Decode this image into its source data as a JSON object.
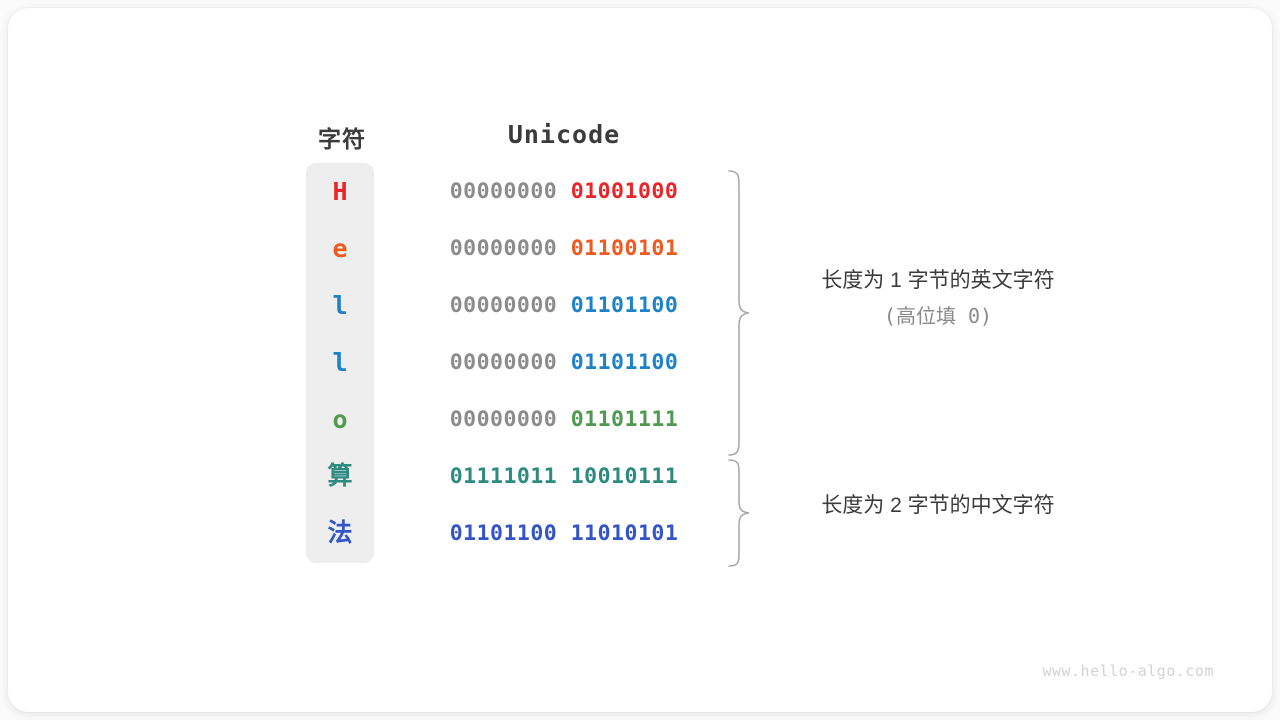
{
  "figure": {
    "background_color": "#fbfbfb",
    "card_color": "#ffffff",
    "pill_color": "#eeeeee"
  },
  "headers": {
    "char": "字符",
    "unicode": "Unicode"
  },
  "rows": [
    {
      "char": "H",
      "high_byte": "00000000",
      "low_byte": "01001000",
      "color": "#e8262a",
      "cjk": false
    },
    {
      "char": "e",
      "high_byte": "00000000",
      "low_byte": "01100101",
      "color": "#f05a1e",
      "cjk": false
    },
    {
      "char": "l",
      "high_byte": "00000000",
      "low_byte": "01101100",
      "color": "#1f82c8",
      "cjk": false
    },
    {
      "char": "l",
      "high_byte": "00000000",
      "low_byte": "01101100",
      "color": "#1f82c8",
      "cjk": false
    },
    {
      "char": "o",
      "high_byte": "00000000",
      "low_byte": "01101111",
      "color": "#4e9a51",
      "cjk": false
    },
    {
      "char": "算",
      "high_byte": "01111011",
      "low_byte": "10010111",
      "color": "#2e8b7f",
      "cjk": true
    },
    {
      "char": "法",
      "high_byte": "01101100",
      "low_byte": "11010101",
      "color": "#3455c8",
      "cjk": true
    }
  ],
  "annotations": [
    {
      "main": "长度为 1 字节的英文字符",
      "sub": "(高位填 0)"
    },
    {
      "main": "长度为 2 字节的中文字符",
      "sub": ""
    }
  ],
  "watermark": "www.hello-algo.com"
}
